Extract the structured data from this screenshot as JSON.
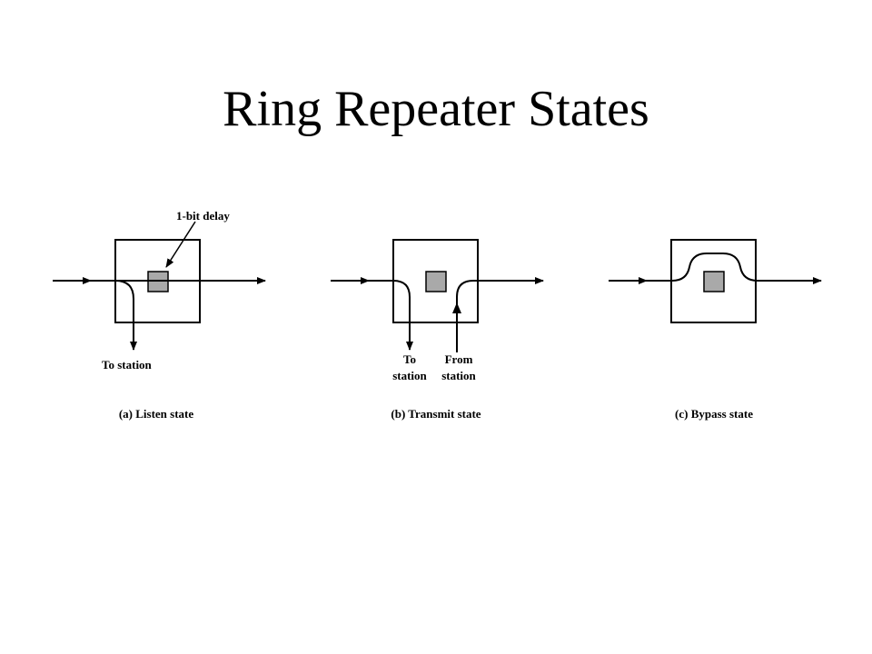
{
  "slide": {
    "title": "Ring Repeater States"
  },
  "diagram": {
    "labels": {
      "bit_delay": "1-bit delay",
      "to_station": "To station",
      "to": "To",
      "station": "station",
      "from": "From"
    },
    "panels": [
      {
        "caption": "(a) Listen state"
      },
      {
        "caption": "(b) Transmit state"
      },
      {
        "caption": "(c) Bypass state"
      }
    ]
  },
  "colors": {
    "line": "#000000",
    "delay_box": "#a9a9a9",
    "background": "#ffffff"
  }
}
